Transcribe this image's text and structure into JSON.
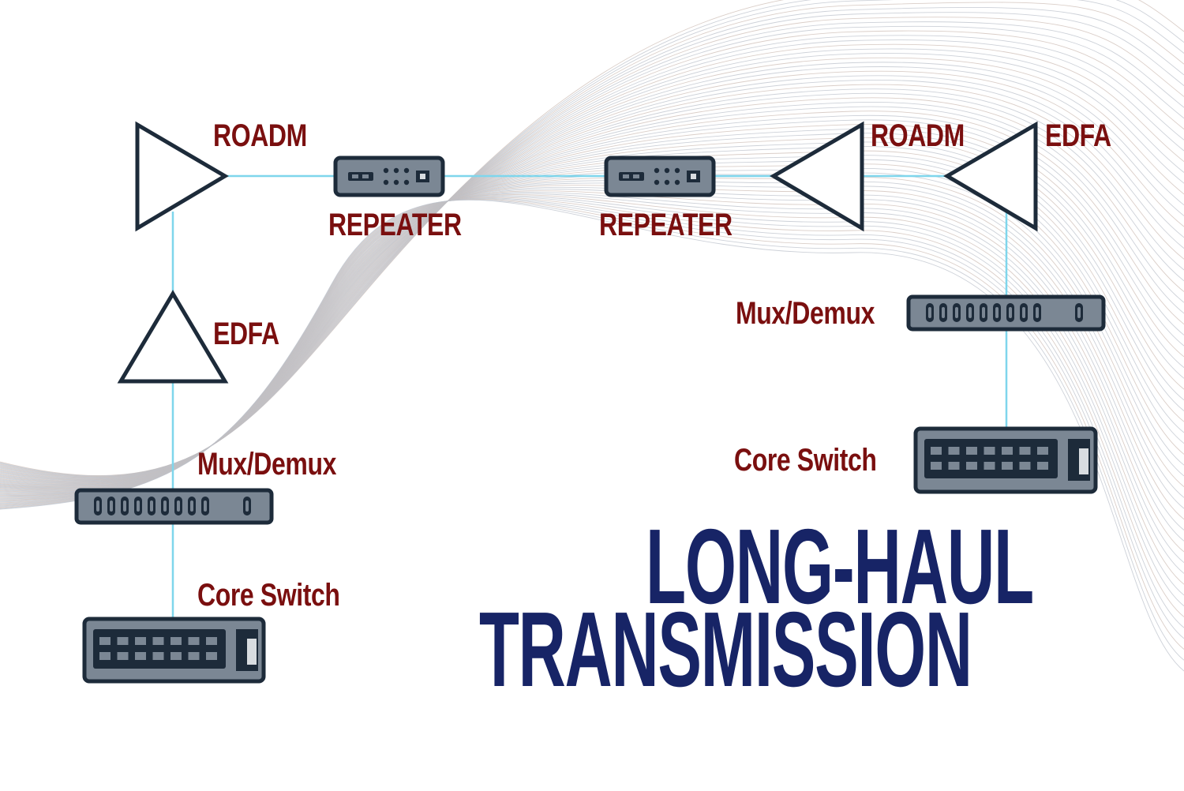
{
  "title": {
    "line1": "LONG-HAUL",
    "line2": "TRANSMISSION"
  },
  "labels": {
    "roadm_left": "ROADM",
    "repeater_1": "REPEATER",
    "repeater_2": "REPEATER",
    "roadm_right": "ROADM",
    "edfa_right": "EDFA",
    "edfa_left": "EDFA",
    "mux_left": "Mux/Demux",
    "mux_right": "Mux/Demux",
    "core_left": "Core Switch",
    "core_right": "Core Switch"
  },
  "colors": {
    "label": "#7a0f0f",
    "title": "#172466",
    "link": "#7fd6ec",
    "device_fill": "#7b8794",
    "device_stroke": "#1d2b3a",
    "wave": "#b7bcc4"
  }
}
